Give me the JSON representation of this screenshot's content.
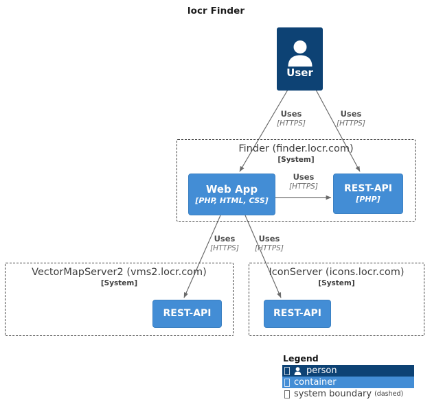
{
  "title": "locr Finder",
  "colors": {
    "person_fill": "#0d4274",
    "container_fill": "#438dd5",
    "boundary_stroke": "#3a3a3a",
    "edge_stroke": "#6b6b6b",
    "text_dark": "#3d3d3d",
    "text_white": "#ffffff"
  },
  "nodes": {
    "user": {
      "label": "User",
      "icon": "person-icon",
      "type": "person"
    },
    "finder_webapp": {
      "label": "Web App",
      "tech": "[PHP, HTML, CSS]",
      "type": "container"
    },
    "finder_restapi": {
      "label": "REST-API",
      "tech": "[PHP]",
      "type": "container"
    },
    "vms_restapi": {
      "label": "REST-API",
      "tech": "",
      "type": "container"
    },
    "icons_restapi": {
      "label": "REST-API",
      "tech": "",
      "type": "container"
    }
  },
  "boundaries": {
    "finder": {
      "title": "Finder (finder.locr.com)",
      "subtitle": "[System]"
    },
    "vectormapserver2": {
      "title": "VectorMapServer2 (vms2.locr.com)",
      "subtitle": "[System]"
    },
    "iconserver": {
      "title": "IconServer (icons.locr.com)",
      "subtitle": "[System]"
    }
  },
  "edges": [
    {
      "id": "user-to-webapp",
      "label": "Uses",
      "tech": "[HTTPS]"
    },
    {
      "id": "user-to-finder-restapi",
      "label": "Uses",
      "tech": "[HTTPS]"
    },
    {
      "id": "webapp-to-finder-restapi",
      "label": "Uses",
      "tech": "[HTTPS]"
    },
    {
      "id": "webapp-to-vms-restapi",
      "label": "Uses",
      "tech": "[HTTPS]"
    },
    {
      "id": "webapp-to-icons-restapi",
      "label": "Uses",
      "tech": "[HTTPS]"
    }
  ],
  "legend": {
    "title": "Legend",
    "rows": [
      {
        "id": "person",
        "label": "person",
        "note": ""
      },
      {
        "id": "container",
        "label": "container",
        "note": ""
      },
      {
        "id": "system-boundary",
        "label": "system boundary",
        "note": "(dashed)"
      }
    ]
  }
}
